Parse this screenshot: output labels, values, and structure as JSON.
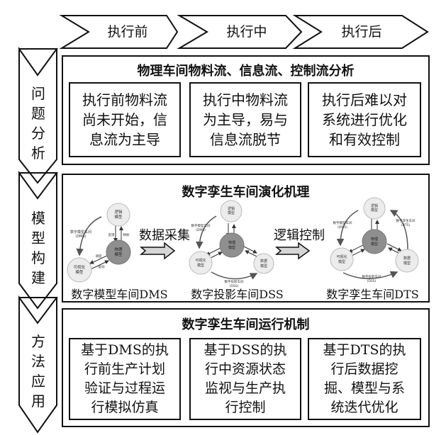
{
  "phases": [
    {
      "label": "执行前"
    },
    {
      "label": "执行中"
    },
    {
      "label": "执行后"
    }
  ],
  "stages": [
    {
      "label": "问题分析"
    },
    {
      "label": "模型构建"
    },
    {
      "label": "方法应用"
    }
  ],
  "analysis": {
    "title": "物理车间物料流、信息流、控制流分析",
    "items": [
      {
        "text": "执行前物料流\n尚未开始，信\n息流为主导"
      },
      {
        "text": "执行中物料流\n为主导，易与\n信息流脱节"
      },
      {
        "text": "执行后难以对\n系统进行优化\n和有效控制"
      }
    ]
  },
  "model": {
    "title": "数字孪生车间演化机理",
    "arrows": [
      {
        "label": "数据采集"
      },
      {
        "label": "逻辑控制"
      }
    ],
    "diagrams": [
      {
        "caption": "数字模型车间DMS"
      },
      {
        "caption": "数字投影车间DSS"
      },
      {
        "caption": "数字孪生车间DTS"
      }
    ],
    "nodes": {
      "logic": "逻辑\n模型",
      "physical": "物理\n模型",
      "visual": "可视化\n模型",
      "data": "数据\n模型"
    },
    "edge_labels": {
      "feedback": "反馈",
      "mapping": "映射",
      "schedule": "调度",
      "drive": "驱动",
      "collect": "数据采集",
      "control": "数据控制",
      "dms": "数字模型车间",
      "dms_abbr": "(DMS)",
      "dss": "数字投影车间",
      "dss_abbr": "(DSS)",
      "dts": "数字孪生车间",
      "dts_abbr": "(DTS)"
    }
  },
  "application": {
    "title": "数字孪生车间运行机制",
    "items": [
      {
        "text": "基于DMS的执\n行前生产计划\n验证与过程运\n行模拟仿真"
      },
      {
        "text": "基于DSS的执\n行中资源状态\n监视与生产执\n行控制"
      },
      {
        "text": "基于DTS的执\n行后数据挖\n掘、模型与系\n统迭代优化"
      }
    ]
  }
}
